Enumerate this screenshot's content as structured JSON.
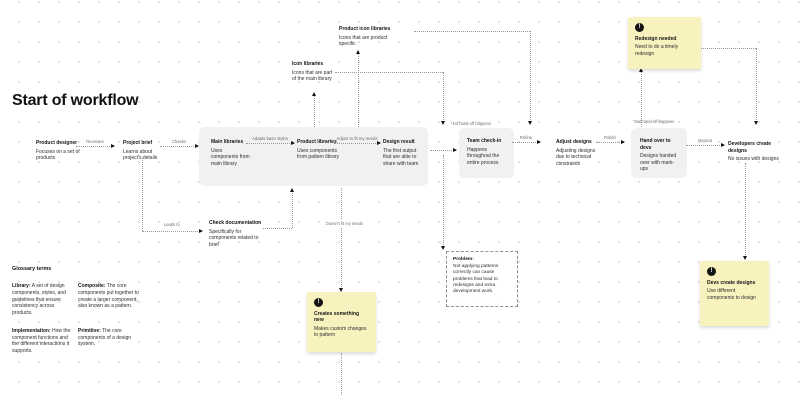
{
  "board": {
    "title": "Start of workflow"
  },
  "nodes": {
    "product_designer": {
      "title": "Product designer",
      "desc": "Focuses on a set of products"
    },
    "project_brief": {
      "title": "Project brief",
      "desc": "Learns about project's details"
    },
    "main_libraries": {
      "title": "Main libraries",
      "desc": "Uses components from main library"
    },
    "product_libraries": {
      "title": "Product libraries",
      "desc": "Uses components from pattern library"
    },
    "design_result": {
      "title": "Design result",
      "desc": "The first output that are able to share with team"
    },
    "team_check_in": {
      "title": "Team check-in",
      "desc": "Happens throughout the entire process"
    },
    "adjust_designs": {
      "title": "Adjust designs",
      "desc": "Adjusting designs due to technical constraints"
    },
    "hand_over": {
      "title": "Hand over to devs",
      "desc": "Designs handed over with mark-ups"
    },
    "developers": {
      "title": "Developers create designs",
      "desc": "No issues with designs"
    },
    "icon_libraries": {
      "title": "Icon libraries",
      "desc": "Icons that are part of the main library"
    },
    "product_icon_libraries": {
      "title": "Product icon libraries",
      "desc": "Icons that are product specific"
    },
    "check_documentation": {
      "title": "Check documentation",
      "desc": "Specifically for components related to brief"
    }
  },
  "edge_labels": {
    "receives": "Receives",
    "checks": "Checks",
    "adapts": "Adapts base styles",
    "adjust_fit": "Adjust to fit my needs",
    "handoff1": "*1st hand-off happens",
    "refine": "Refine",
    "polish": "Polish",
    "handoff2": "*2nd hand-off happens",
    "repeat": "Repeat",
    "leads_to": "Leads to",
    "doesnt_fit": "Doesn't fit my needs"
  },
  "stickies": {
    "redesign": {
      "icon": "!",
      "title": "Redesign needed",
      "desc": "Need to do a timely redesign"
    },
    "creates_new": {
      "icon": "!",
      "title": "Creates something new",
      "desc": "Makes custom changes to pattern"
    },
    "devs_create": {
      "icon": "!",
      "title": "Devs create designs",
      "desc": "Use different components to design"
    }
  },
  "problem": {
    "title": "Problem:",
    "body": "Not applying patterns correctly can cause problems that lead to redesigns and extra development work."
  },
  "glossary": {
    "header": "Glossary terms",
    "items": [
      {
        "term": "Library:",
        "text": " A set of design components, styles, and guidelines that ensure consistency across products."
      },
      {
        "term": "Composite:",
        "text": " The core components put together to create a larger component, also known as a pattern."
      },
      {
        "term": "Implementation:",
        "text": " How the component functions and the different interactions it supports."
      },
      {
        "term": "Primitive:",
        "text": " The core components of a design system."
      }
    ]
  },
  "colors": {
    "sticky": "#F7F2BE",
    "panel": "#F0F1F3",
    "line": "#9B9B9B",
    "text": "#161616"
  }
}
